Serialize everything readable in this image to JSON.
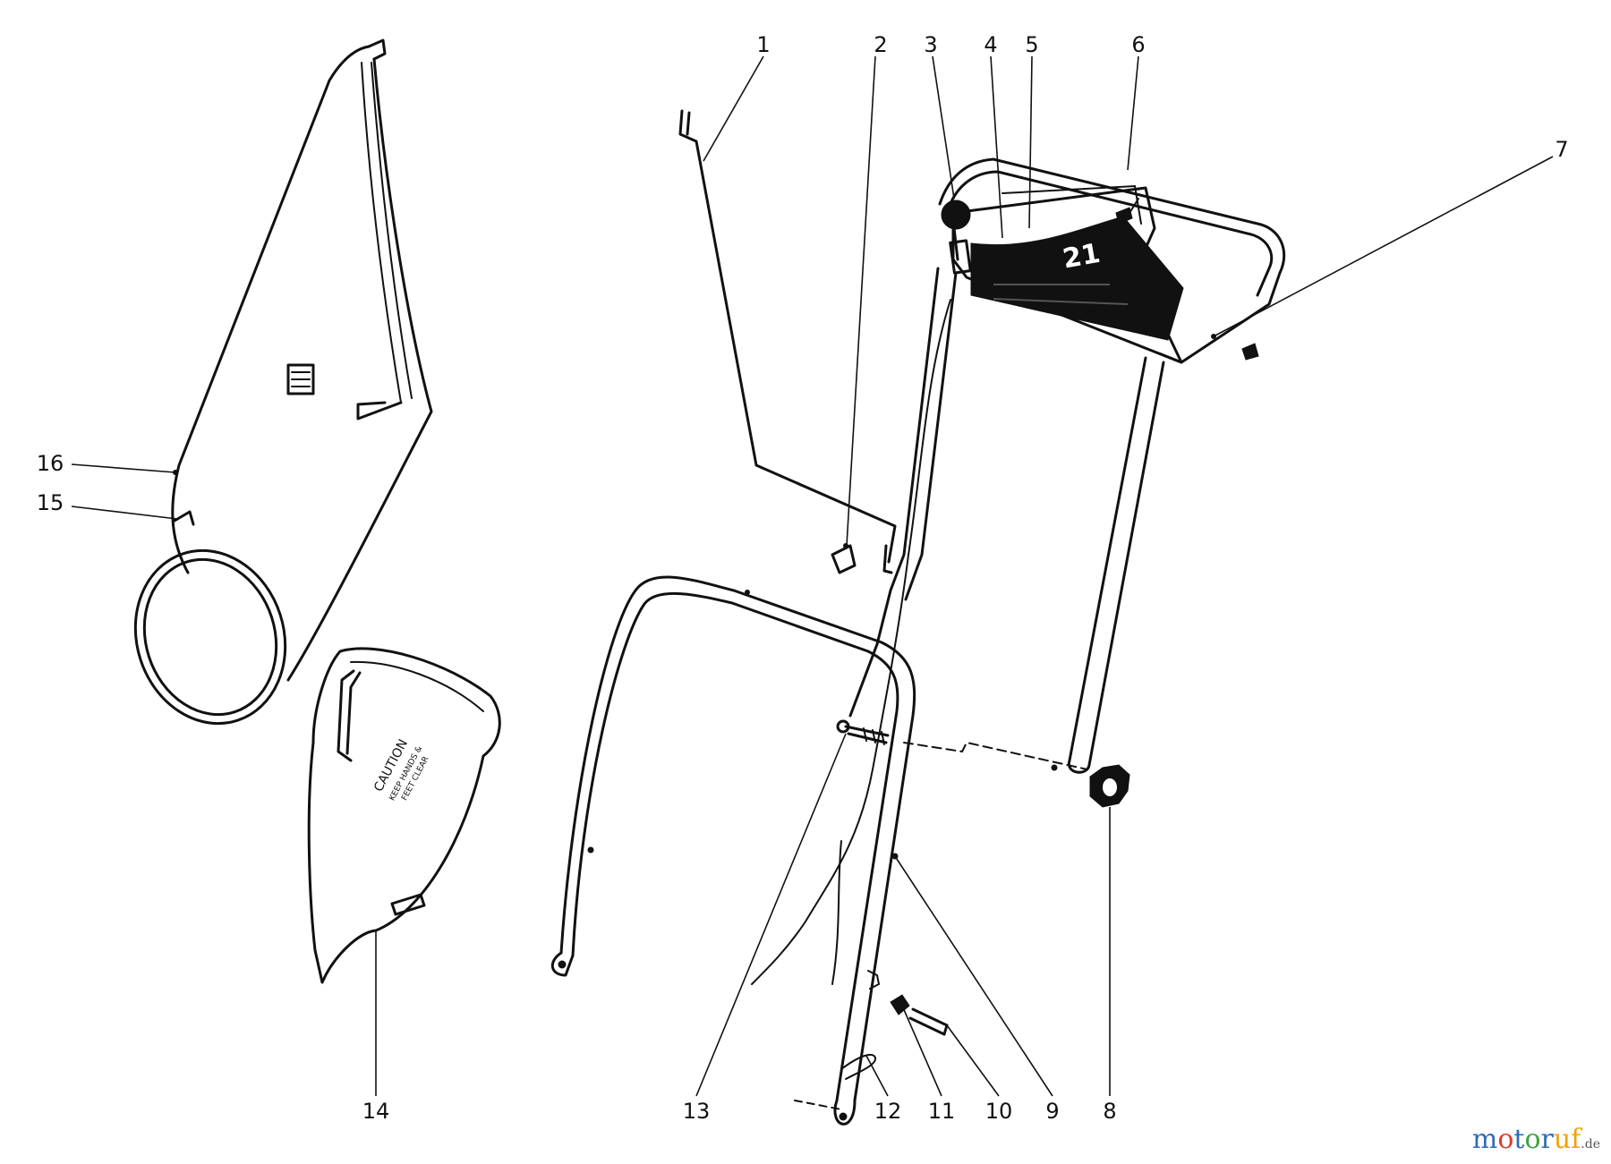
{
  "callouts": {
    "c1": "1",
    "c2": "2",
    "c3": "3",
    "c4": "4",
    "c5": "5",
    "c6": "6",
    "c7": "7",
    "c8": "8",
    "c9": "9",
    "c10": "10",
    "c11": "11",
    "c12": "12",
    "c13": "13",
    "c14": "14",
    "c15": "15",
    "c16": "16"
  },
  "decal": {
    "model": "21"
  },
  "caution_label": {
    "title": "CAUTION",
    "line1": "KEEP HANDS &",
    "line2": "FEET CLEAR"
  },
  "watermark": {
    "p1": "m",
    "p2": "o",
    "p3": "t",
    "p4": "o",
    "p5": "r",
    "p6": "uf",
    "suffix": ".de"
  },
  "colors": {
    "ink": "#111111",
    "background": "#ffffff"
  }
}
